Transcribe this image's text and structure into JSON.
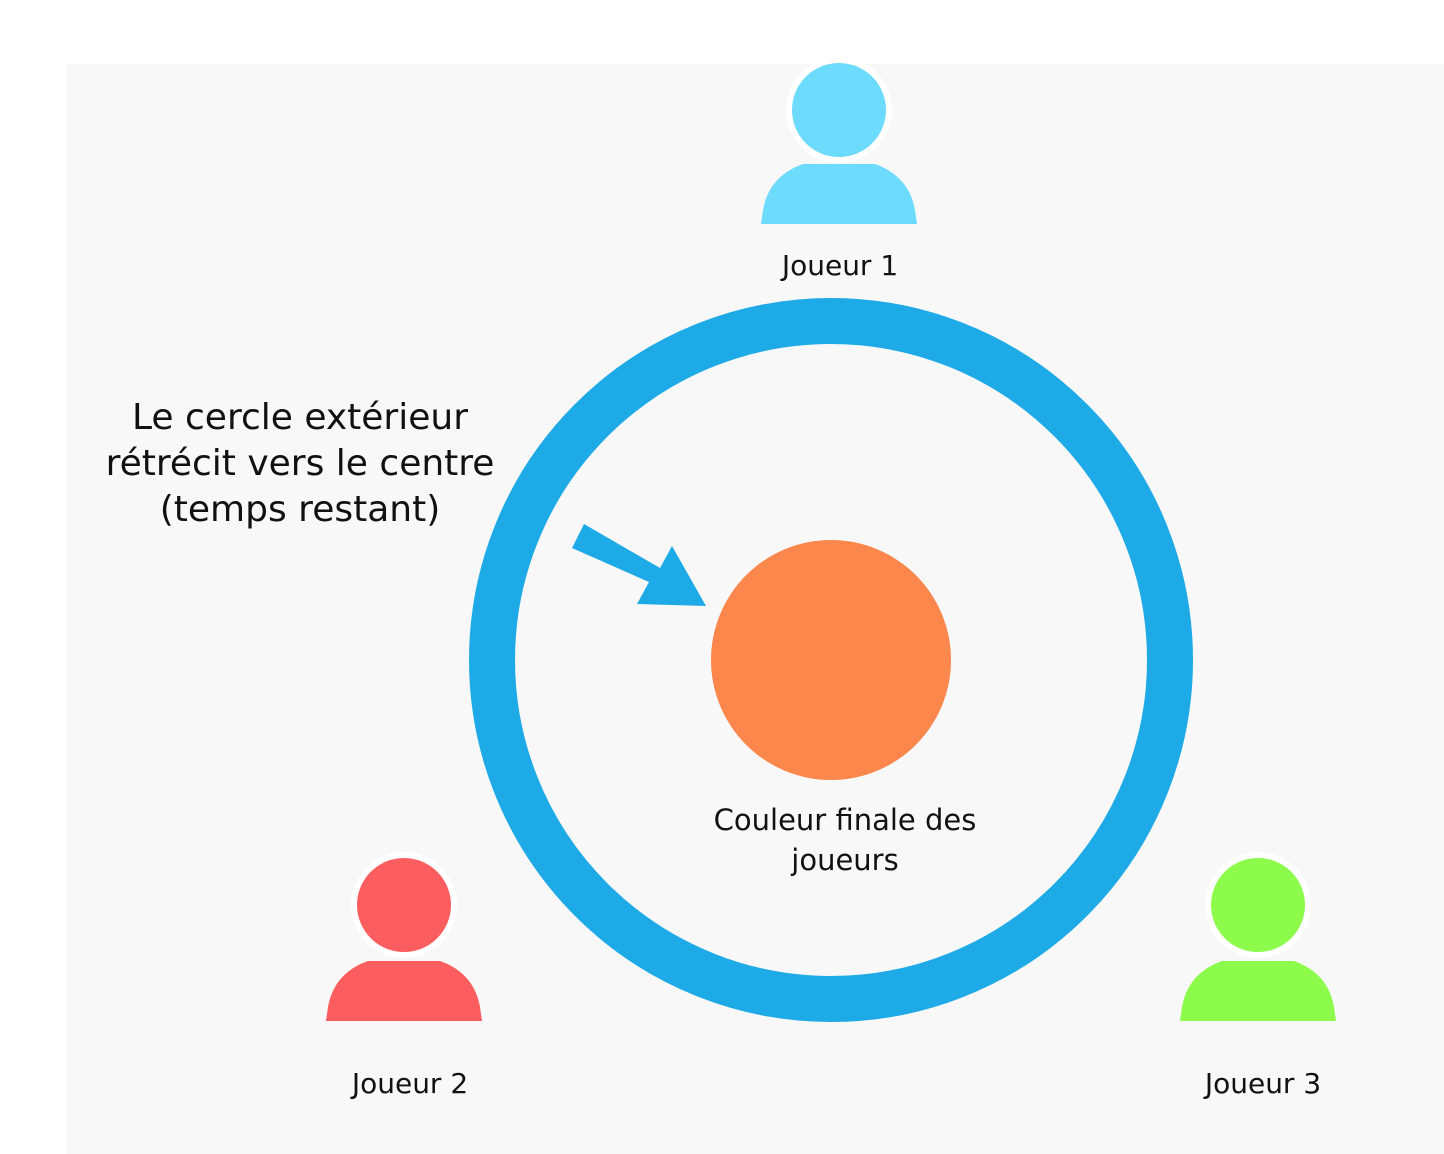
{
  "players": [
    {
      "label": "Joueur 1",
      "color": "#6ddbfd",
      "icon": "user-icon"
    },
    {
      "label": "Joueur 2",
      "color": "#fc5d5f",
      "icon": "user-icon"
    },
    {
      "label": "Joueur 3",
      "color": "#8cfb4b",
      "icon": "user-icon"
    }
  ],
  "outer_ring": {
    "color": "#1eaae7",
    "annotation_lines": [
      "Le cercle extérieur",
      "rétrécit vers le centre",
      "(temps restant)"
    ]
  },
  "center_circle": {
    "color": "#fc874c",
    "label_lines": [
      "Couleur finale des",
      "joueurs"
    ]
  },
  "arrow": {
    "color": "#1eaae7",
    "icon": "arrow-icon"
  }
}
